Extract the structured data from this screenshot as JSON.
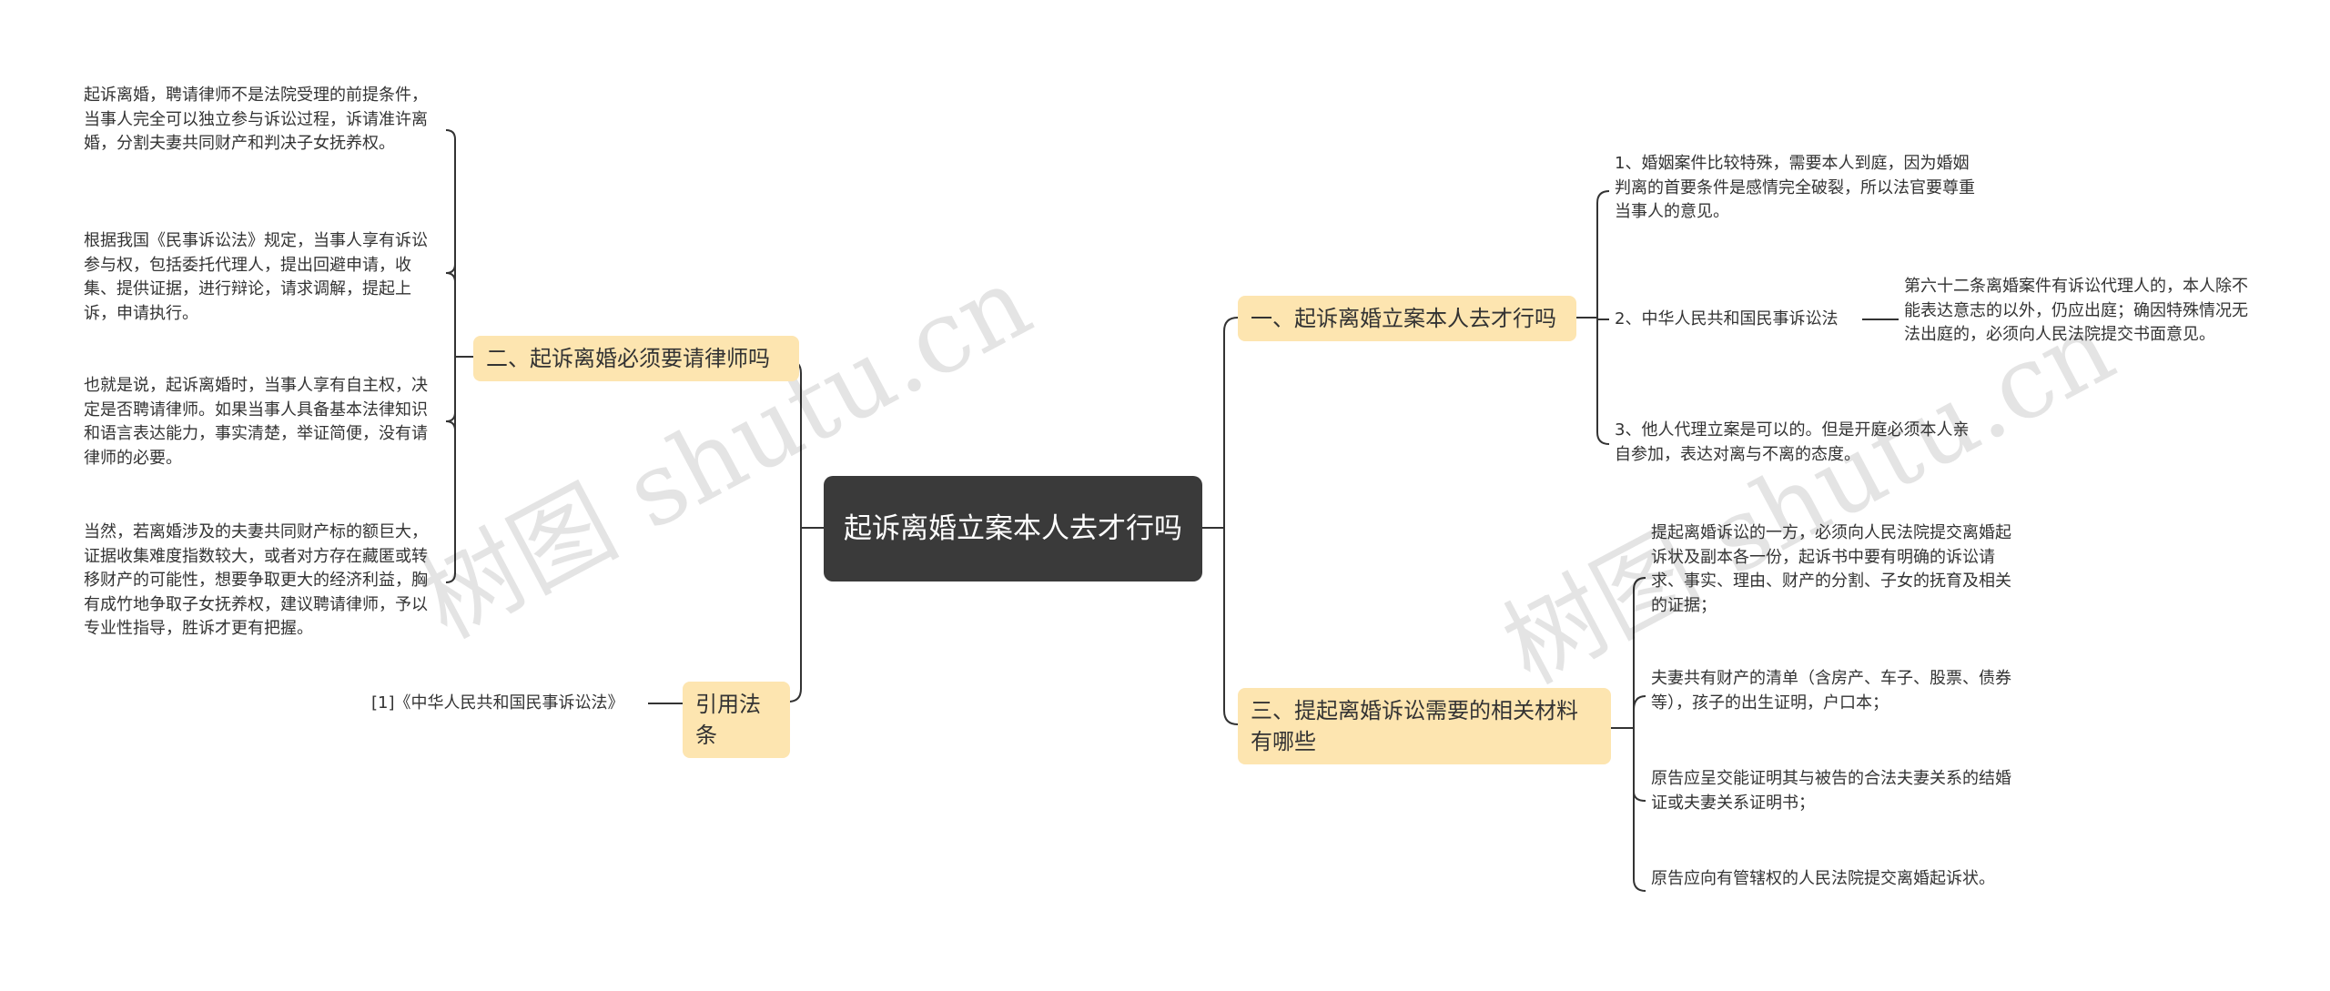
{
  "root": {
    "title": "起诉离婚立案本人去才行吗"
  },
  "watermark": "树图 shutu.cn",
  "colors": {
    "root_fill": "#3a3a3a",
    "branch_fill": "#fde5b0",
    "line": "#333333",
    "text": "#333333"
  },
  "left_branches": [
    {
      "label": "二、起诉离婚必须要请律师吗",
      "children": [
        "起诉离婚，聘请律师不是法院受理的前提条件，当事人完全可以独立参与诉讼过程，诉请准许离婚，分割夫妻共同财产和判决子女抚养权。",
        "根据我国《民事诉讼法》规定，当事人享有诉讼参与权，包括委托代理人，提出回避申请，收集、提供证据，进行辩论，请求调解，提起上诉，申请执行。",
        "也就是说，起诉离婚时，当事人享有自主权，决定是否聘请律师。如果当事人具备基本法律知识和语言表达能力，事实清楚，举证简便，没有请律师的必要。",
        "当然，若离婚涉及的夫妻共同财产标的额巨大，证据收集难度指数较大，或者对方存在藏匿或转移财产的可能性，想要争取更大的经济利益，胸有成竹地争取子女抚养权，建议聘请律师，予以专业性指导，胜诉才更有把握。"
      ]
    },
    {
      "label": "引用法条",
      "children": [
        "[1]《中华人民共和国民事诉讼法》"
      ]
    }
  ],
  "right_branches": [
    {
      "label": "一、起诉离婚立案本人去才行吗",
      "children": [
        "1、婚姻案件比较特殊，需要本人到庭，因为婚姻判离的首要条件是感情完全破裂，所以法官要尊重当事人的意见。",
        "2、中华人民共和国民事诉讼法",
        "3、他人代理立案是可以的。但是开庭必须本人亲自参加，表达对离与不离的态度。"
      ],
      "sub": "第六十二条离婚案件有诉讼代理人的，本人除不能表达意志的以外，仍应出庭；确因特殊情况无法出庭的，必须向人民法院提交书面意见。"
    },
    {
      "label": "三、提起离婚诉讼需要的相关材料有哪些",
      "children": [
        "提起离婚诉讼的一方，必须向人民法院提交离婚起诉状及副本各一份，起诉书中要有明确的诉讼请求、事实、理由、财产的分割、子女的抚育及相关的证据；",
        "夫妻共有财产的清单（含房产、车子、股票、债券等），孩子的出生证明，户口本；",
        "原告应呈交能证明其与被告的合法夫妻关系的结婚证或夫妻关系证明书；",
        "原告应向有管辖权的人民法院提交离婚起诉状。"
      ]
    }
  ]
}
